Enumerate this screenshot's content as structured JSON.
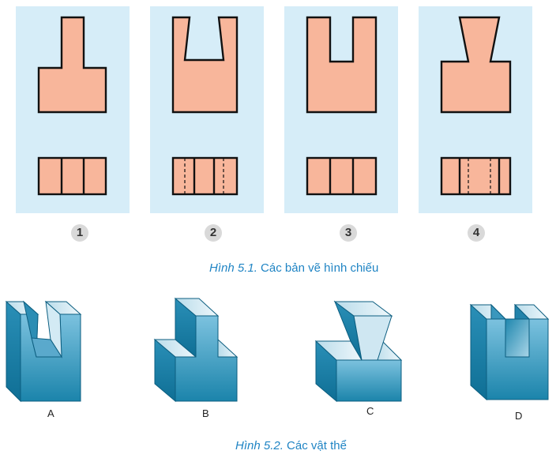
{
  "figure1": {
    "caption_label": "Hình 5.1.",
    "caption_text": "Các bản vẽ hình chiếu",
    "drawings": [
      {
        "number": "1"
      },
      {
        "number": "2"
      },
      {
        "number": "3"
      },
      {
        "number": "4"
      }
    ]
  },
  "figure2": {
    "caption_label": "Hình 5.2.",
    "caption_text": "Các vật thể",
    "objects": [
      {
        "label": "A"
      },
      {
        "label": "B"
      },
      {
        "label": "C"
      },
      {
        "label": "D"
      }
    ]
  },
  "colors": {
    "panel_background": "#d6edf8",
    "view_fill": "#f8b69b",
    "outline": "#111111",
    "object_dark": "#1e86ad",
    "object_light": "#e2f1f8",
    "caption": "#1f84c4",
    "badge": "#d9d9d9"
  }
}
